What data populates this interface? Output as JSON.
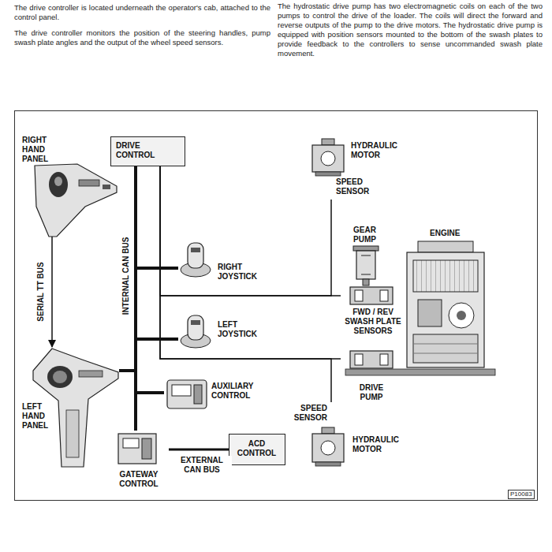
{
  "diagram": {
    "nodes": [
      {
        "text": [
          "RIGHT HAND PANEL"
        ]
      },
      {
        "text": [
          "DRIVE CONTROL"
        ]
      },
      {
        "text": [
          "HYDRAULIC MOTOR",
          "SPEED SENSOR"
        ]
      },
      {
        "text": [
          "RIGHT JOYSTICK"
        ]
      },
      {
        "text": [
          "LEFT JOYSTICK"
        ]
      },
      {
        "text": [
          "GEAR PUMP"
        ]
      },
      {
        "text": [
          "ENGINE"
        ]
      },
      {
        "text": [
          "FWD / REV SWASH PLATE SENSORS"
        ]
      },
      {
        "text": [
          "DRIVE PUMP"
        ]
      },
      {
        "text": [
          "LEFT HAND PANEL"
        ]
      },
      {
        "text": [
          "AUXILIARY CONTROL"
        ]
      },
      {
        "text": [
          "GATEWAY CONTROL"
        ]
      },
      {
        "text": [
          "ACD CONTROL"
        ]
      },
      {
        "text": [
          "SPEED SENSOR",
          "HYDRAULIC MOTOR"
        ]
      }
    ],
    "edges": [
      {
        "from": 0,
        "to": 9,
        "arrow": "to",
        "label": "SERIAL TT BUS"
      },
      {
        "from": 1,
        "to": 11,
        "arrow": "none",
        "label": "INTERNAL CAN BUS"
      },
      {
        "from": 1,
        "to": 3,
        "arrow": "none"
      },
      {
        "from": 1,
        "to": 4,
        "arrow": "none"
      },
      {
        "from": 1,
        "to": 9,
        "arrow": "none"
      },
      {
        "from": 1,
        "to": 10,
        "arrow": "none"
      },
      {
        "from": 1,
        "to": 7,
        "arrow": "none"
      },
      {
        "from": 1,
        "to": 8,
        "arrow": "none"
      },
      {
        "from": 2,
        "to": 1,
        "arrow": "none"
      },
      {
        "from": 13,
        "to": 1,
        "arrow": "none"
      },
      {
        "from": 11,
        "to": 12,
        "arrow": "none",
        "label": "EXTERNAL CAN BUS"
      }
    ],
    "labels": [
      "The drive controller is located underneath the operator's cab, attached to the control panel.",
      "The drive controller monitors the position of the steering handles, pump swash plate angles and the output of the wheel speed sensors.",
      "The hydrostatic drive pump has two electromagnetic coils on each of the two pumps to control the drive of the loader. The coils will direct the forward and reverse outputs of the pump to the drive motors. The hydrostatic drive pump is equipped with position sensors mounted to the bottom of the swash plates to provide feedback to the controllers to sense uncommanded swash plate movement.",
      "P10083"
    ]
  }
}
